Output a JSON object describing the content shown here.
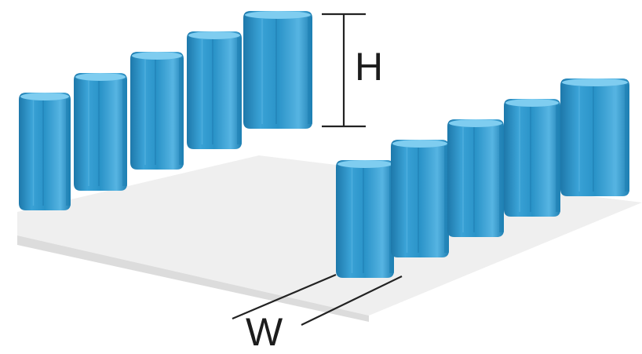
{
  "diagram": {
    "labels": {
      "height": "H",
      "width": "W"
    },
    "colors": {
      "background": "#ffffff",
      "substrate_top": "#efefef",
      "substrate_edge": "#dcdcdc",
      "fin_front": "#2a93c8",
      "fin_dark": "#1e7fb3",
      "fin_light": "#56b4e2",
      "fin_top": "#7fcdf0",
      "dimension_line": "#222222"
    },
    "components": [
      "substrate",
      "left-corrugated-wall",
      "right-corrugated-wall",
      "height-dimension",
      "width-dimension"
    ]
  }
}
